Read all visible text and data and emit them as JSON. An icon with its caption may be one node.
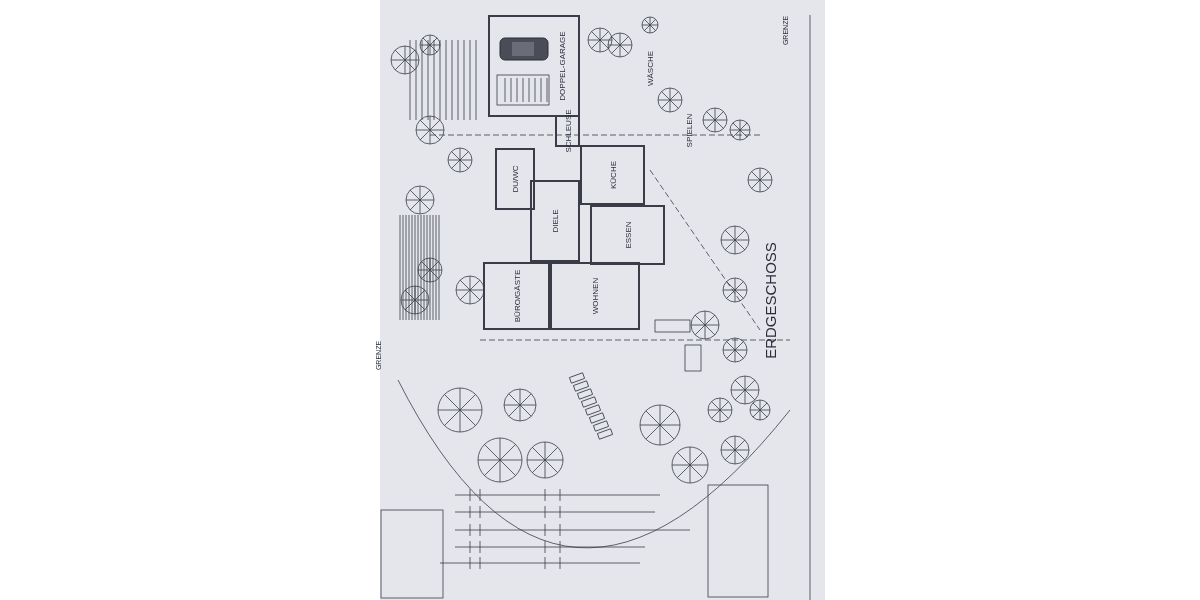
{
  "diagram": {
    "nodes": [
      {
        "text": [
          "DOPPEL-GARAGE"
        ]
      },
      {
        "text": [
          "SCHLEUSE"
        ]
      },
      {
        "text": [
          "DU/WC"
        ]
      },
      {
        "text": [
          "KÜCHE"
        ]
      },
      {
        "text": [
          "DIELE"
        ]
      },
      {
        "text": [
          "ESSEN"
        ]
      },
      {
        "text": [
          "BÜRO/GÄSTE"
        ]
      },
      {
        "text": [
          "WOHNEN"
        ]
      }
    ],
    "edges": [],
    "labels": [
      "GRENZE",
      "WÄSCHE",
      "SPIELEN",
      "ERDGESCHOSS",
      "GRENZE"
    ]
  }
}
